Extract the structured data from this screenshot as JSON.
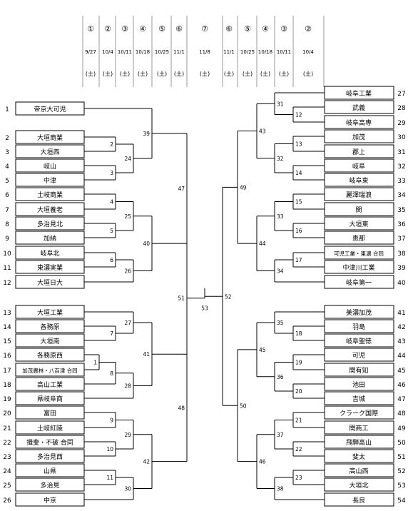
{
  "rounds": [
    {
      "num": "①",
      "date": "9/27",
      "day": "(土)"
    },
    {
      "num": "②",
      "date": "10/4",
      "day": "(土)"
    },
    {
      "num": "③",
      "date": "10/11",
      "day": "(土)"
    },
    {
      "num": "④",
      "date": "10/18",
      "day": "(土)"
    },
    {
      "num": "⑤",
      "date": "10/25",
      "day": "(土)"
    },
    {
      "num": "⑥",
      "date": "11/1",
      "day": "(土)"
    },
    {
      "num": "⑦",
      "date": "11/8",
      "day": "(土)"
    },
    {
      "num": "⑥",
      "date": "11/1",
      "day": "(土)"
    },
    {
      "num": "⑤",
      "date": "10/25",
      "day": "(土)"
    },
    {
      "num": "④",
      "date": "10/18",
      "day": "(土)"
    },
    {
      "num": "③",
      "date": "10/11",
      "day": "(土)"
    },
    {
      "num": "②",
      "date": "10/4",
      "day": "(土)"
    }
  ],
  "left_teams": [
    {
      "seed": "1",
      "name": "帝京大可児"
    },
    {
      "seed": "2",
      "name": "大垣商業"
    },
    {
      "seed": "3",
      "name": "大垣西"
    },
    {
      "seed": "4",
      "name": "岐山"
    },
    {
      "seed": "5",
      "name": "中津"
    },
    {
      "seed": "6",
      "name": "土岐商業"
    },
    {
      "seed": "7",
      "name": "大垣養老"
    },
    {
      "seed": "8",
      "name": "多治見北"
    },
    {
      "seed": "9",
      "name": "加納"
    },
    {
      "seed": "10",
      "name": "岐阜北"
    },
    {
      "seed": "11",
      "name": "東濃実業"
    },
    {
      "seed": "12",
      "name": "大垣日大"
    },
    {
      "seed": "13",
      "name": "大垣工業"
    },
    {
      "seed": "14",
      "name": "各務原"
    },
    {
      "seed": "15",
      "name": "大垣南"
    },
    {
      "seed": "16",
      "name": "各務原西"
    },
    {
      "seed": "17",
      "name": "加茂農林・八百津 合同"
    },
    {
      "seed": "18",
      "name": "高山工業"
    },
    {
      "seed": "19",
      "name": "県岐阜商"
    },
    {
      "seed": "20",
      "name": "富田"
    },
    {
      "seed": "21",
      "name": "土岐紅陵"
    },
    {
      "seed": "22",
      "name": "揖斐・不破 合同"
    },
    {
      "seed": "23",
      "name": "多治見西"
    },
    {
      "seed": "24",
      "name": "山県"
    },
    {
      "seed": "25",
      "name": "多治見"
    },
    {
      "seed": "26",
      "name": "中京"
    }
  ],
  "right_teams": [
    {
      "seed": "27",
      "name": "岐阜工業"
    },
    {
      "seed": "28",
      "name": "武義"
    },
    {
      "seed": "29",
      "name": "岐阜高専"
    },
    {
      "seed": "30",
      "name": "加茂"
    },
    {
      "seed": "31",
      "name": "郡上"
    },
    {
      "seed": "32",
      "name": "岐阜"
    },
    {
      "seed": "33",
      "name": "岐阜東"
    },
    {
      "seed": "34",
      "name": "麗澤瑞浪"
    },
    {
      "seed": "35",
      "name": "関"
    },
    {
      "seed": "36",
      "name": "大垣東"
    },
    {
      "seed": "37",
      "name": "恵那"
    },
    {
      "seed": "38",
      "name": "可児工業・東濃 合同"
    },
    {
      "seed": "39",
      "name": "中津川工業"
    },
    {
      "seed": "40",
      "name": "岐阜第一"
    },
    {
      "seed": "41",
      "name": "美濃加茂"
    },
    {
      "seed": "42",
      "name": "羽島"
    },
    {
      "seed": "43",
      "name": "岐阜聖徳"
    },
    {
      "seed": "44",
      "name": "可児"
    },
    {
      "seed": "45",
      "name": "関有知"
    },
    {
      "seed": "46",
      "name": "池田"
    },
    {
      "seed": "47",
      "name": "吉城"
    },
    {
      "seed": "48",
      "name": "クラーク国際"
    },
    {
      "seed": "49",
      "name": "関商工"
    },
    {
      "seed": "50",
      "name": "飛騨高山"
    },
    {
      "seed": "51",
      "name": "斐太"
    },
    {
      "seed": "52",
      "name": "高山西"
    },
    {
      "seed": "53",
      "name": "大垣北"
    },
    {
      "seed": "54",
      "name": "長良"
    }
  ],
  "game_numbers": [
    "1",
    "2",
    "3",
    "4",
    "5",
    "6",
    "7",
    "8",
    "9",
    "10",
    "11",
    "12",
    "13",
    "14",
    "15",
    "16",
    "17",
    "18",
    "19",
    "20",
    "21",
    "22",
    "23",
    "24",
    "25",
    "26",
    "27",
    "28",
    "29",
    "30",
    "31",
    "32",
    "33",
    "34",
    "35",
    "36",
    "37",
    "38",
    "39",
    "40",
    "41",
    "42",
    "43",
    "44",
    "45",
    "46",
    "47",
    "48",
    "49",
    "50",
    "51",
    "52",
    "53"
  ]
}
